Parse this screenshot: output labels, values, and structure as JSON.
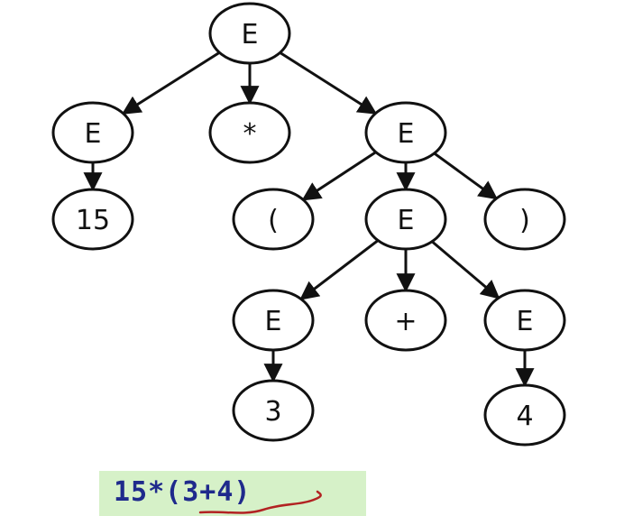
{
  "tree": {
    "nodes": [
      {
        "id": "root",
        "label": "E"
      },
      {
        "id": "left-e",
        "label": "E"
      },
      {
        "id": "times",
        "label": "*"
      },
      {
        "id": "right-e",
        "label": "E"
      },
      {
        "id": "fifteen",
        "label": "15"
      },
      {
        "id": "lparen",
        "label": "("
      },
      {
        "id": "paren-e",
        "label": "E"
      },
      {
        "id": "rparen",
        "label": ")"
      },
      {
        "id": "sum-left-e",
        "label": "E"
      },
      {
        "id": "plus",
        "label": "+"
      },
      {
        "id": "sum-right-e",
        "label": "E"
      },
      {
        "id": "three",
        "label": "3"
      },
      {
        "id": "four",
        "label": "4"
      }
    ],
    "edges": [
      [
        "root",
        "left-e"
      ],
      [
        "root",
        "times"
      ],
      [
        "root",
        "right-e"
      ],
      [
        "left-e",
        "fifteen"
      ],
      [
        "right-e",
        "lparen"
      ],
      [
        "right-e",
        "paren-e"
      ],
      [
        "right-e",
        "rparen"
      ],
      [
        "paren-e",
        "sum-left-e"
      ],
      [
        "paren-e",
        "plus"
      ],
      [
        "paren-e",
        "sum-right-e"
      ],
      [
        "sum-left-e",
        "three"
      ],
      [
        "sum-right-e",
        "four"
      ]
    ]
  },
  "expression": {
    "text": "15*(3+4)"
  },
  "colors": {
    "stroke": "#111111",
    "expression_text": "#1f2a8c",
    "expression_bg": "#d6f1c8",
    "scribble": "#b22222"
  }
}
